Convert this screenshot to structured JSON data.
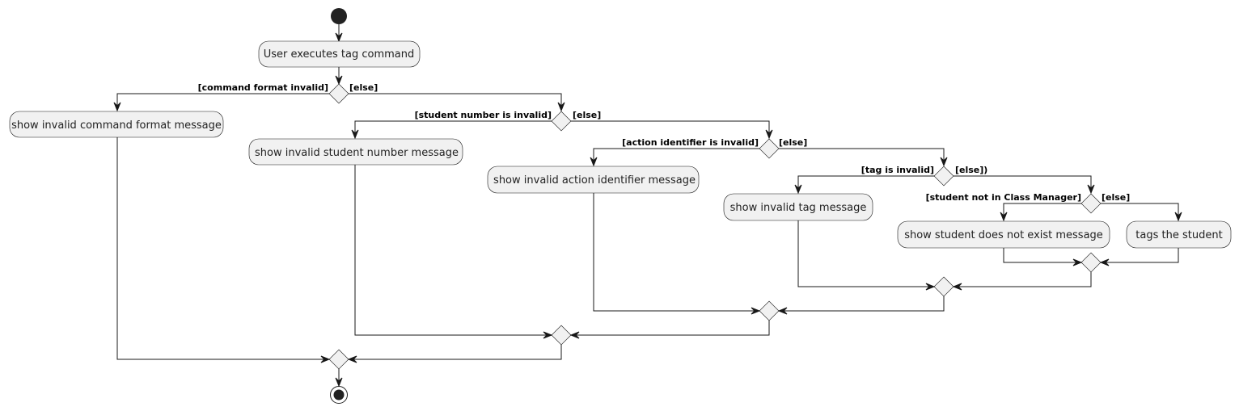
{
  "actions": {
    "start_action": "User executes tag command",
    "invalid_format": "show invalid command format message",
    "invalid_student": "show invalid student number message",
    "invalid_action": "show invalid action identifier message",
    "invalid_tag": "show invalid tag message",
    "not_exist": "show student does not exist message",
    "tags_student": "tags the student"
  },
  "guards": {
    "format_invalid": "[command format invalid]",
    "format_else": "[else]",
    "student_invalid": "[student number is invalid]",
    "student_else": "[else]",
    "action_invalid": "[action identifier is invalid]",
    "action_else": "[else]",
    "tag_invalid": "[tag is invalid]",
    "tag_else": "[else])",
    "not_in_manager": "[student not in Class Manager]",
    "manager_else": "[else]"
  }
}
